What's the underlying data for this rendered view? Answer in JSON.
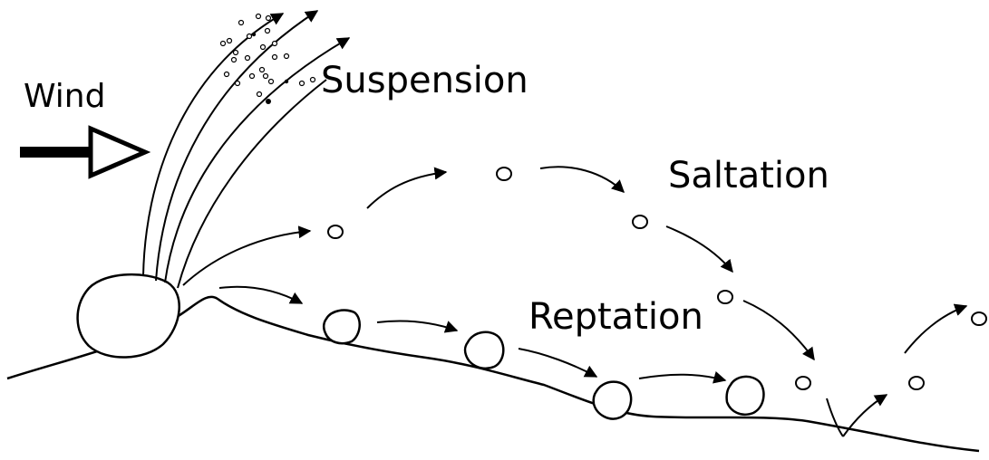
{
  "labels": {
    "wind": "Wind",
    "suspension": "Suspension",
    "saltation": "Saltation",
    "reptation": "Reptation"
  },
  "colors": {
    "ink": "#000000",
    "background": "#ffffff"
  }
}
